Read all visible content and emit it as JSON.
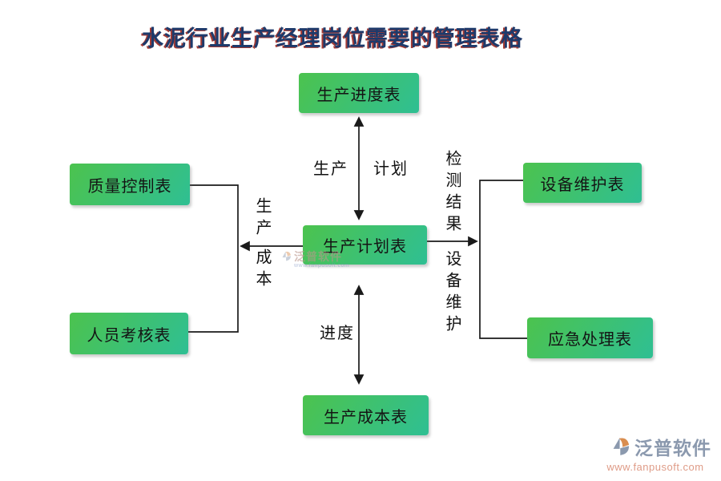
{
  "title": "水泥行业生产经理岗位需要的管理表格",
  "nodes": {
    "top": "生产进度表",
    "center": "生产计划表",
    "bottom": "生产成本表",
    "left_top": "质量控制表",
    "left_bottom": "人员考核表",
    "right_top": "设备维护表",
    "right_bottom": "应急处理表"
  },
  "edge_labels": {
    "top_left": "生产",
    "top_right": "计划",
    "bottom": "进度",
    "left_upper": "生产",
    "left_lower": "成本",
    "right_upper": "检测结果",
    "right_lower": "设备维护"
  },
  "watermark": {
    "text": "泛普软件",
    "subtext": "www.fanpusoft.com"
  },
  "footer_logo": {
    "name": "泛普软件",
    "url": "www.fanpusoft.com"
  },
  "colors": {
    "title-text": "#1e3a6b",
    "title-shadow": "#a53b34",
    "node-grad-start": "#4cc34e",
    "node-grad-end": "#2fbf93",
    "node-text": "#141414",
    "line": "#1a1a1a",
    "logo-text": "#8b99ae",
    "logo-url": "#df9c88"
  }
}
